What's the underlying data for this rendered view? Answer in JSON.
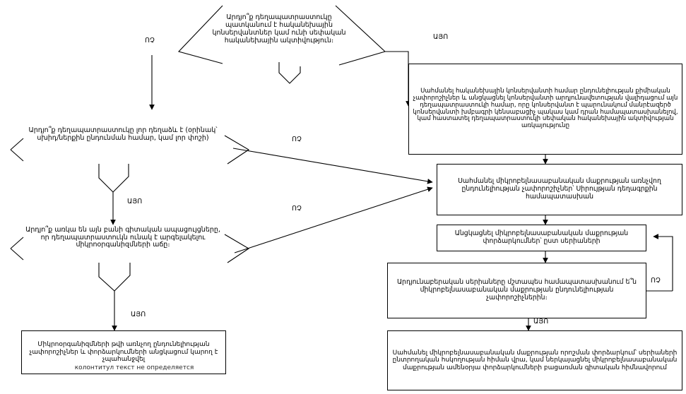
{
  "diagram": {
    "type": "flowchart",
    "language": "hy",
    "nodes": [
      {
        "id": "d1",
        "shape": "decision",
        "text": "Արդյո՞ք դեղապատրաստուկը պատկանում է հականեխային կոնսերվանտներ կամ ունի սեփական հականեխային ակտիվություն։"
      },
      {
        "id": "d2",
        "shape": "decision",
        "text": "Արդյո՞ք դեղապատրաստուկը լոր դեղաձև է (օրինակ՝ սխիդ/ներքին ընդունման համար, կամ լոր փոշի)"
      },
      {
        "id": "d3",
        "shape": "decision",
        "text": "Արդյո՞ք առկա են այն բանի գիտական ապացույցները, որ դեղապատրաստուկն ունակ է արգելակելու միկրոօրգանիզմների աճը։"
      },
      {
        "id": "b1",
        "shape": "box",
        "text": "Սահմանել հականեխային կոնսերվանտի համար ընդունելիության քիմիական չափորոշիչներ և անցկացնել կոնսերվանտի արդյունավետության վալիդացում այն դեղապատրաստուկի համար, որը կոնսերվանտ է պարունակում մանրէազերծ կոնսերվանտի խմբագրի կենսաբացիչ պակաս կամ դրան համապատասխանելով, կամ հաստատել դեղապատրաստուկի սեփական հականեխային ակտիվության առկայությունը"
      },
      {
        "id": "b2",
        "shape": "box",
        "text": "Սահմանել միկրոբելնասաբանական մաքրության առնչվող ընդունելիության չափորոշիչներ՝ Սիրույթյան դեղագրքին համապատասխան"
      },
      {
        "id": "b3",
        "shape": "box",
        "text": "Անցկացնել միկրոբելնասաբանական մաքրության փորձարկումներ՝ ըստ սերիաների"
      },
      {
        "id": "b4",
        "shape": "box",
        "text": "Արդյունաբերական սերիաները մշտապես համապատասխանում ե՞ն միկրոբելնասաբանական մաքրության ընդունելիության չափորոշիչներին։"
      },
      {
        "id": "b5",
        "shape": "box",
        "text": "Սահմանել միկրոբելնասաբանական մաքրության որոշման փորձարկում՝ սերիաների ընտրողական հսկողության հիման վրա, կամ ներկայացնել միկրոբելնասաբանական մաքրության ամենօրյա փորձարկումների բացառման գիտական հիմնավորում"
      },
      {
        "id": "b6",
        "shape": "box",
        "text": "Միկրոօրգանիզմների թվի առնչող ընդունելիության չափորոշիչներ և փորձարկումների անցկացում կարող է չպահանջվել"
      }
    ],
    "edge_labels": [
      {
        "id": "e1",
        "text": "ՈՉ"
      },
      {
        "id": "e2",
        "text": "ԱՅՈ"
      },
      {
        "id": "e3",
        "text": "ՈՉ"
      },
      {
        "id": "e4",
        "text": "ԱՅՈ"
      },
      {
        "id": "e5",
        "text": "ՈՉ"
      },
      {
        "id": "e6",
        "text": "ԱՅՈ"
      },
      {
        "id": "e7",
        "text": "ՈՉ"
      },
      {
        "id": "e8",
        "text": "ԱՅՈ"
      }
    ],
    "artifacts": [
      {
        "id": "a1",
        "text": "колонтитул текст не определяется"
      }
    ],
    "colors": {
      "stroke": "#000000",
      "fill": "#ffffff",
      "text": "#000000"
    }
  }
}
